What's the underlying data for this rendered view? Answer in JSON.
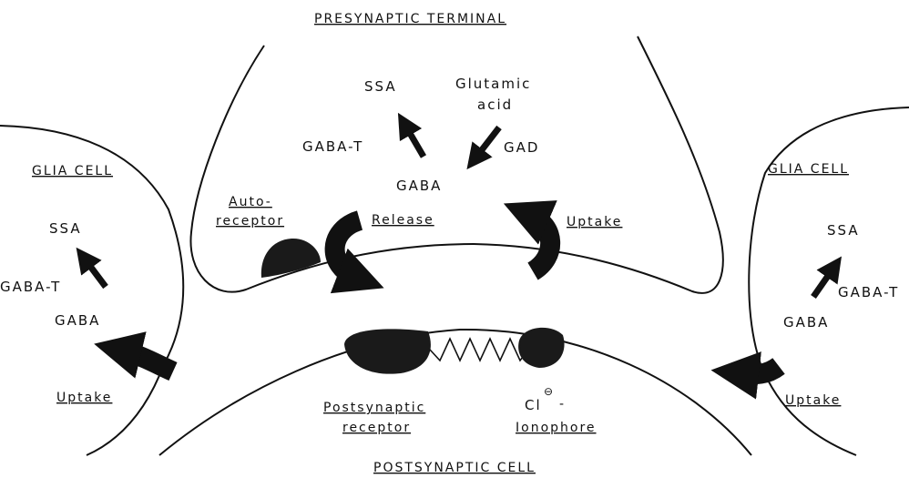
{
  "labels": {
    "presynaptic_terminal": "PRESYNAPTIC TERMINAL",
    "postsynaptic_cell": "POSTSYNAPTIC CELL",
    "glia_left_title": "GLIA CELL",
    "glia_right_title": "GLIA CELL",
    "pre_ssa": "SSA",
    "glutamic_1": "Glutamic",
    "glutamic_2": "acid",
    "gaba_t_pre": "GABA-T",
    "gad": "GAD",
    "gaba_pre": "GABA",
    "auto_1": "Auto-",
    "auto_2": "receptor",
    "release": "Release",
    "uptake_pre": "Uptake",
    "left_ssa": "SSA",
    "left_gaba_t": "GABA-T",
    "left_gaba": "GABA",
    "left_uptake": "Uptake",
    "right_ssa": "SSA",
    "right_gaba_t": "GABA-T",
    "right_gaba": "GABA",
    "right_uptake": "Uptake",
    "post_receptor_1": "Postsynaptic",
    "post_receptor_2": "receptor",
    "chloride": "Cl",
    "chloride_sup": "⊖",
    "chloride_dash": "-",
    "ionophore": "Ionophore"
  },
  "colors": {
    "ink": "#111111",
    "background": "#ffffff"
  }
}
